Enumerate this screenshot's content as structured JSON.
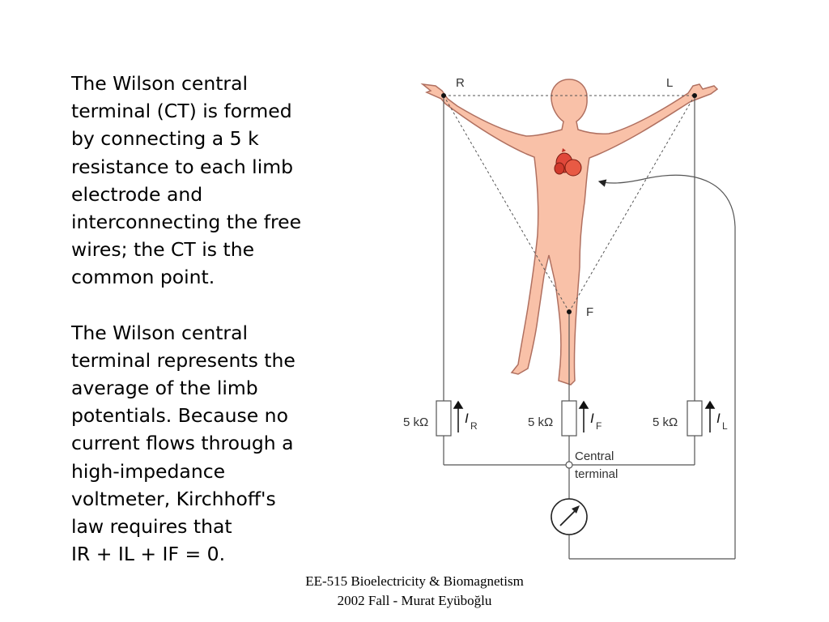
{
  "slide": {
    "paragraph1": "The Wilson central terminal (CT) is formed by connecting a 5 k resistance to each limb electrode and interconnecting the free wires; the CT is the common point.",
    "paragraph2_lines": [
      "The Wilson central",
      "terminal represents the",
      "average of the limb",
      "potentials. Because no",
      "current flows through a",
      "high-impedance",
      "voltmeter, Kirchhoff's",
      "law requires that",
      "IR + IL + IF = 0."
    ],
    "paragraph1_lines": [
      "The Wilson central",
      "terminal (CT) is formed",
      "by connecting a 5 k",
      "resistance to each limb",
      "electrode and",
      "interconnecting the free",
      "wires; the CT is the",
      "common point."
    ],
    "footer": "EE-515 Bioelectricity & Biomagnetism 2002 Fall - Murat Eyüboğlu"
  },
  "diagram": {
    "electrode_right": "R",
    "electrode_left": "L",
    "electrode_foot": "F",
    "resistor_label": "5 kΩ",
    "current_symbol": "I",
    "current_sub_r": "R",
    "current_sub_f": "F",
    "current_sub_l": "L",
    "central_label_1": "Central",
    "central_label_2": "terminal",
    "colors": {
      "skin": "#f9c1a8",
      "skin_outline": "#b07060",
      "heart": "#e0483a",
      "wire": "#555555"
    }
  }
}
